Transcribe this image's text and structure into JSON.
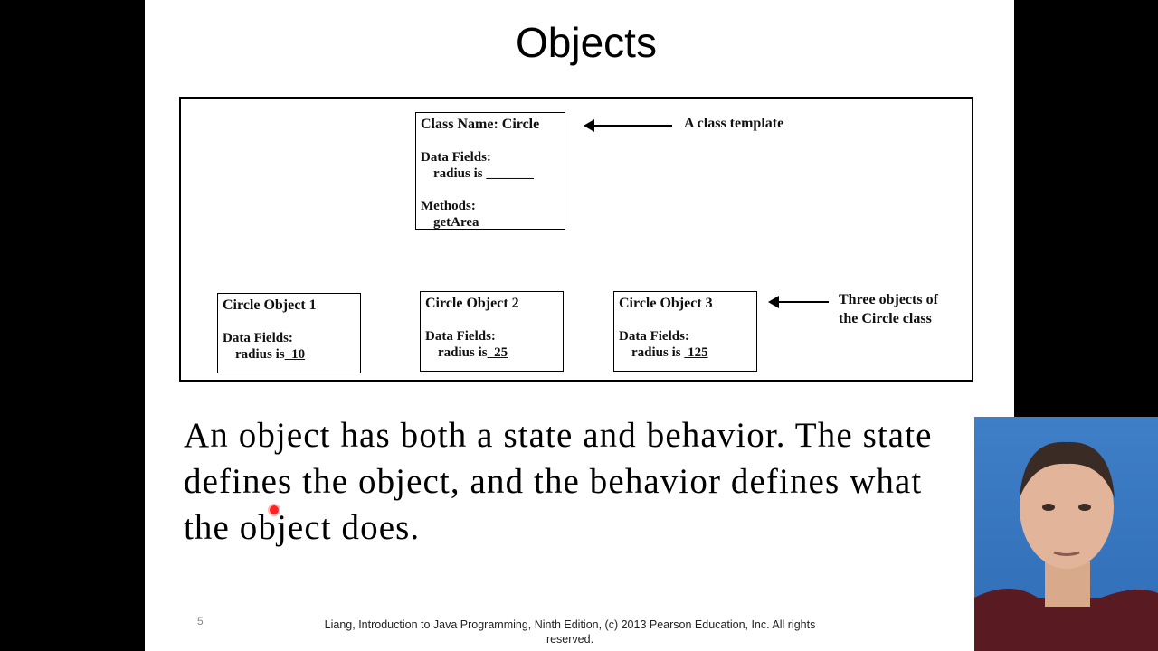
{
  "slide": {
    "title": "Objects",
    "page_number": "5",
    "footer": "Liang, Introduction to Java Programming, Ninth Edition, (c) 2013 Pearson Education, Inc. All rights reserved.",
    "body_text": "An object has both a state and behavior. The state defines the object, and the behavior defines what the object does."
  },
  "diagram": {
    "class_box": {
      "name": "Class Name: Circle",
      "fields_label": "Data Fields:",
      "field": "radius is _______",
      "methods_label": "Methods:",
      "method": "getArea"
    },
    "class_label": "A class template",
    "objects": [
      {
        "name": "Circle Object 1",
        "fields_label": "Data Fields:",
        "field_prefix": "radius is",
        "value": "  10"
      },
      {
        "name": "Circle Object 2",
        "fields_label": "Data Fields:",
        "field_prefix": "radius is",
        "value": "  25"
      },
      {
        "name": "Circle Object 3",
        "fields_label": "Data Fields:",
        "field_prefix": "radius is ",
        "value": " 125"
      }
    ],
    "objects_label_line1": "Three objects of",
    "objects_label_line2": "the Circle class"
  },
  "colors": {
    "background": "#000000",
    "slide": "#ffffff",
    "laser_pointer": "#ff2222",
    "webcam_bg": "#3f7fc7"
  }
}
